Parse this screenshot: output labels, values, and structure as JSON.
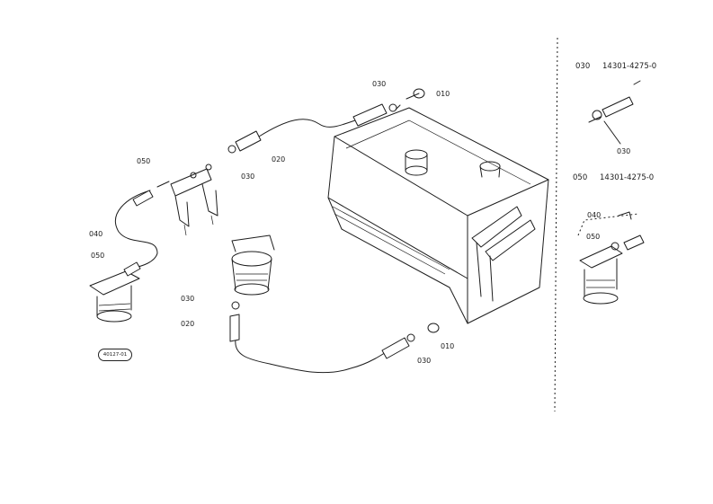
{
  "callouts": {
    "c010_top": "010",
    "c030_top": "030",
    "c020_top": "020",
    "c030_mid": "030",
    "c050_left": "050",
    "c040_left": "040",
    "c050_left2": "050",
    "c030_low": "030",
    "c020_low": "020",
    "c030_bottom": "030",
    "c010_bottom": "010",
    "stamp": "40127-01"
  },
  "side_panel": {
    "part1_code": "030",
    "part1_number": "14301-4275-0",
    "part1_callout": "030",
    "part2_code": "050",
    "part2_number": "14301-4275-0",
    "part2_callout_a": "040",
    "part2_callout_b": "050"
  }
}
